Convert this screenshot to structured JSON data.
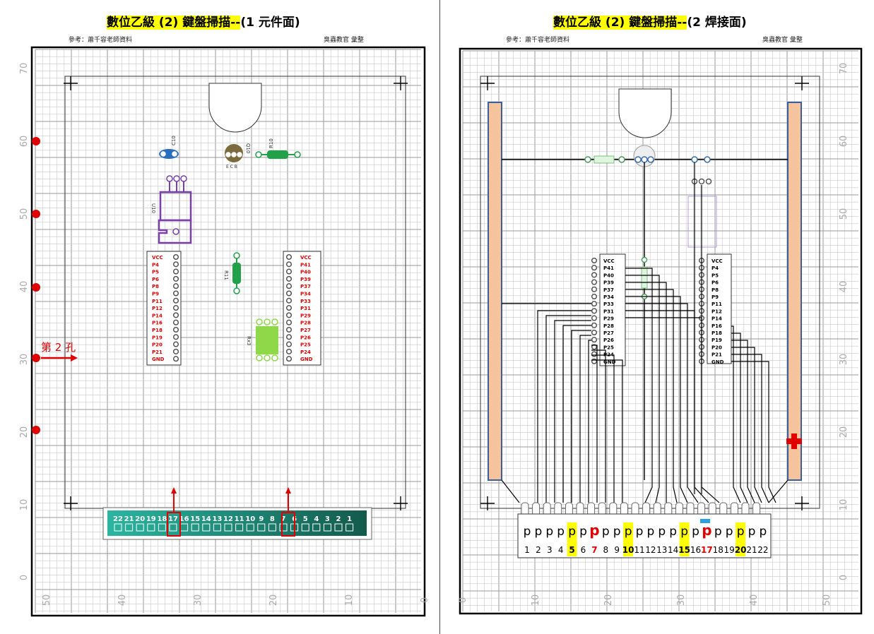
{
  "left": {
    "title_prefix": "數位乙級 (2) 鍵盤掃描--",
    "title_suffix": "(1 元件面)",
    "ref": "參考：蕭千容老師資料",
    "editor": "臭蟲教官 彙整",
    "y_ticks": [
      "70",
      "60",
      "50",
      "40",
      "30",
      "20",
      "10",
      "0"
    ],
    "x_ticks": [
      "50",
      "40",
      "30",
      "20",
      "10",
      "0"
    ],
    "hole_label": "第 2 孔",
    "parts": {
      "c10": "C10",
      "q10": "Q10",
      "r10": "R10",
      "u10": "U10",
      "r11": "R11",
      "rx3": "Rx3",
      "ecb": "E C B"
    },
    "connector_numbers": [
      "22",
      "21",
      "20",
      "19",
      "18",
      "17",
      "16",
      "15",
      "14",
      "13",
      "12",
      "11",
      "10",
      "9",
      "8",
      "7",
      "6",
      "5",
      "4",
      "3",
      "2",
      "1"
    ],
    "pins_left": [
      "VCC",
      "P4",
      "P5",
      "P6",
      "P8",
      "P9",
      "P11",
      "P12",
      "P14",
      "P16",
      "P18",
      "P19",
      "P20",
      "P21",
      "GND"
    ],
    "pins_right": [
      "VCC",
      "P41",
      "P40",
      "P39",
      "P37",
      "P34",
      "P33",
      "P31",
      "P29",
      "P28",
      "P27",
      "P26",
      "P25",
      "P24",
      "GND"
    ]
  },
  "right": {
    "title_prefix": "數位乙級 (2) 鍵盤掃描--",
    "title_suffix": "(2 焊接面)",
    "ref": "參考：蕭千容老師資料",
    "editor": "臭蟲教官 彙整",
    "y_ticks": [
      "70",
      "60",
      "50",
      "40",
      "30",
      "20",
      "10",
      "0"
    ],
    "x_ticks": [
      "0",
      "10",
      "20",
      "30",
      "40",
      "50"
    ],
    "pins_a": [
      "VCC",
      "P41",
      "P40",
      "P39",
      "P37",
      "P34",
      "P33",
      "P31",
      "P29",
      "P28",
      "P27",
      "P26",
      "P25",
      "P24",
      "GND"
    ],
    "pins_b": [
      "VCC",
      "P4",
      "P5",
      "P6",
      "P8",
      "P9",
      "P11",
      "P12",
      "P14",
      "P16",
      "P18",
      "P19",
      "P20",
      "P21",
      "GND"
    ],
    "p_letter": "p",
    "bottom_numbers": [
      "1",
      "2",
      "3",
      "4",
      "5",
      "6",
      "7",
      "8",
      "9",
      "10",
      "11",
      "12",
      "13",
      "14",
      "15",
      "16",
      "17",
      "18",
      "19",
      "20",
      "21",
      "22"
    ],
    "highlight_numbers": [
      "5",
      "10",
      "15",
      "20"
    ],
    "red_numbers": [
      "7",
      "17"
    ]
  },
  "colors": {
    "grid": "#c8c8c8",
    "red": "#e00000",
    "teal": "#138a7a",
    "purple": "#7a3fa8",
    "green": "#22a04a",
    "blue": "#2a6fbf",
    "orange": "#f6c49c",
    "yellow": "#ffff00"
  }
}
